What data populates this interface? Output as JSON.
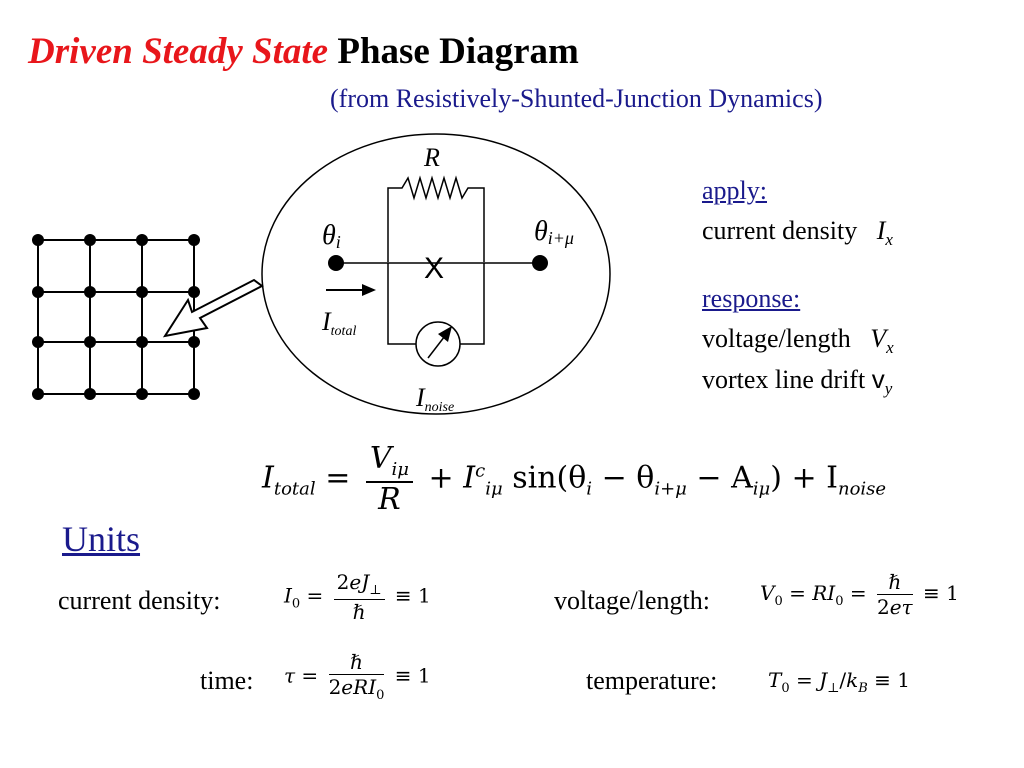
{
  "slide": {
    "title_red": "Driven Steady State",
    "title_black": "Phase Diagram",
    "subtitle": "(from Resistively-Shunted-Junction Dynamics)"
  },
  "circuit": {
    "resistor_label": "R",
    "theta_i": "θ",
    "theta_i_sub": "i",
    "theta_j": "θ",
    "theta_j_sub": "i+μ",
    "junction_mark": "X",
    "i_total": "I",
    "i_total_sub": "total",
    "i_noise": "I",
    "i_noise_sub": "noise"
  },
  "apply": {
    "heading": "apply:",
    "item": "current density",
    "symbol": "I",
    "symbol_sub": "x"
  },
  "response": {
    "heading": "response:",
    "item1": "voltage/length",
    "item1_symbol": "V",
    "item1_sub": "x",
    "item2": "vortex line drift",
    "item2_symbol": "v",
    "item2_sub": "y"
  },
  "equation": {
    "lhs": "I",
    "lhs_sub": "total",
    "num": "V",
    "num_sub": "iμ",
    "den": "R",
    "ic": "I",
    "ic_sup": "c",
    "ic_sub": "iμ",
    "sin_arg": "sin(θ",
    "arg_i": "i",
    "minus1": " − θ",
    "arg_j": "i+μ",
    "minus2": " − A",
    "arg_a": "iμ",
    "close": ") + I",
    "noise_sub": "noise"
  },
  "units": {
    "heading": "Units",
    "current_label": "current density:",
    "voltage_label": "voltage/length:",
    "time_label": "time:",
    "temperature_label": "temperature:"
  }
}
